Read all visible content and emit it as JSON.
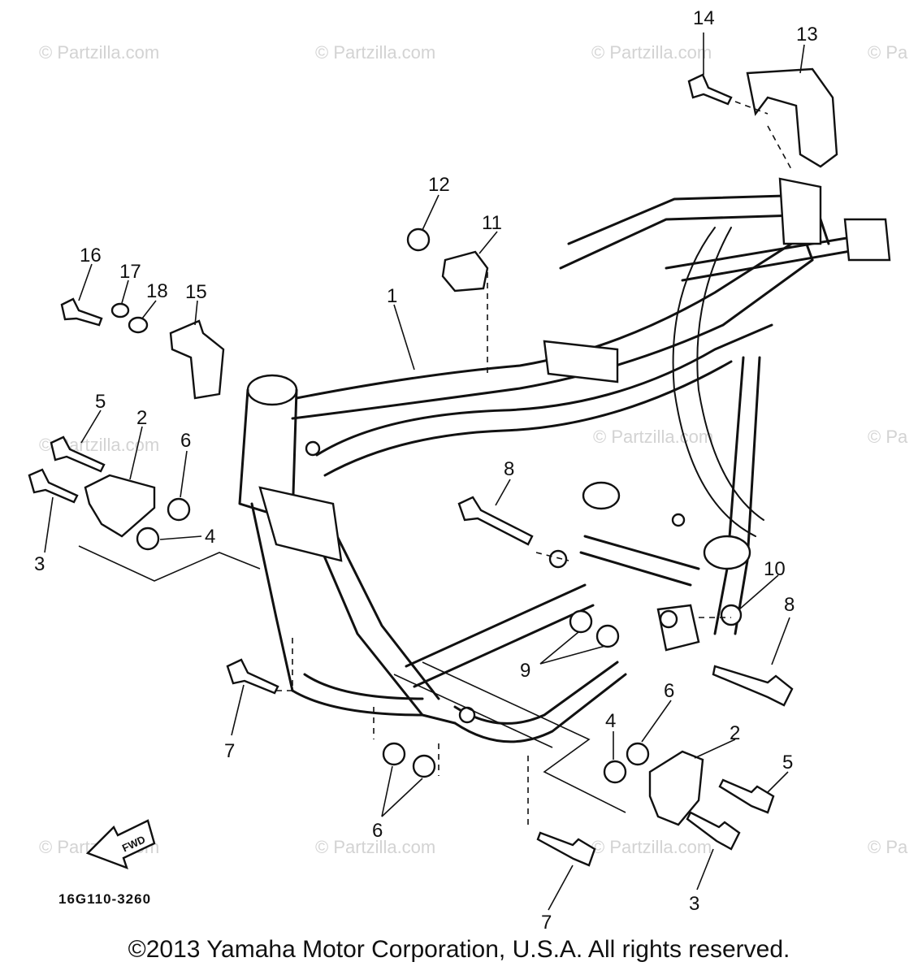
{
  "watermarks": [
    "© Partzilla.com",
    "© Partzilla.com",
    "© Partzilla.com",
    "© Pa",
    "© Partzilla.com",
    "© Partzilla.com",
    "© Pa",
    "© Partzilla.com",
    "© Partzilla.com",
    "© Partzilla.com",
    "© Pa"
  ],
  "callouts": [
    "1",
    "2",
    "2",
    "3",
    "3",
    "4",
    "4",
    "5",
    "5",
    "6",
    "6",
    "6",
    "7",
    "7",
    "8",
    "8",
    "9",
    "10",
    "11",
    "12",
    "13",
    "14",
    "15",
    "16",
    "17",
    "18"
  ],
  "fwd_label": "FWD",
  "drawing_code": "16G110-3260",
  "copyright": "©2013 Yamaha Motor Corporation, U.S.A. All rights reserved."
}
